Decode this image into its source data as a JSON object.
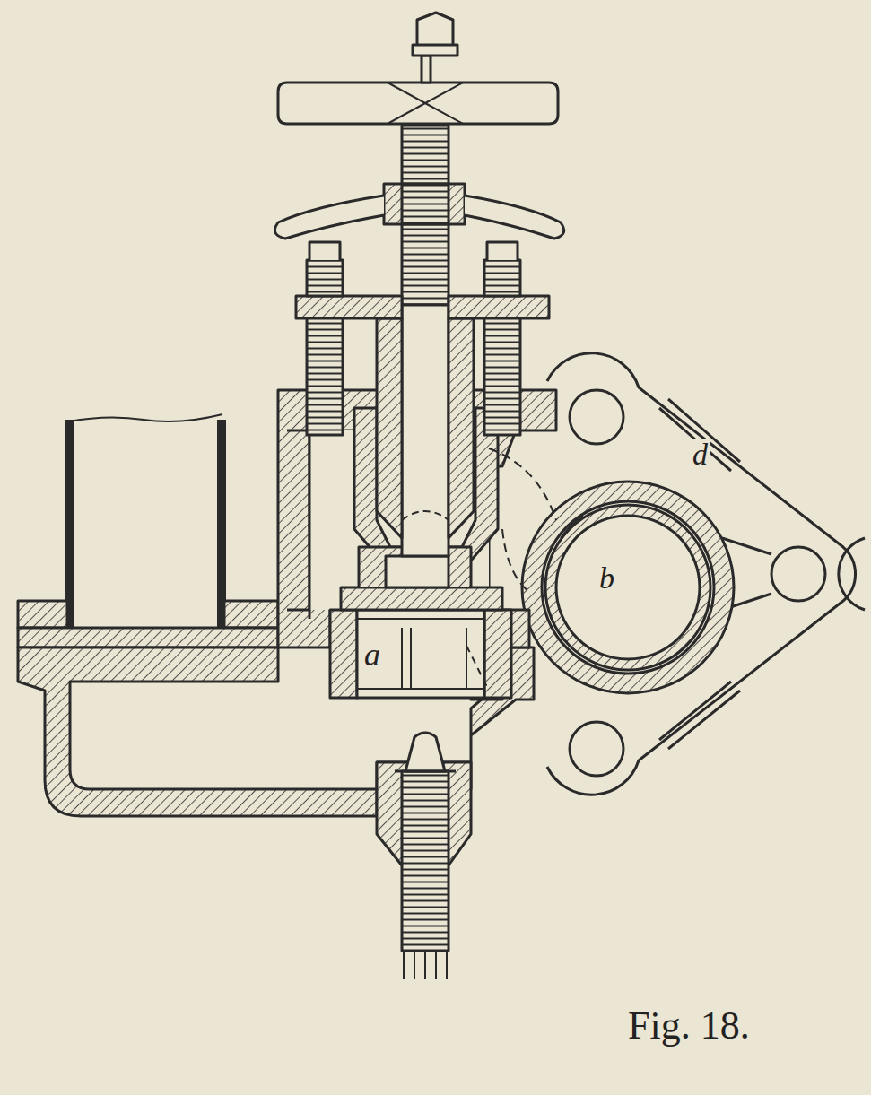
{
  "diagram": {
    "caption": "Fig. 18.",
    "labels": [
      "a",
      "b",
      "d"
    ]
  }
}
